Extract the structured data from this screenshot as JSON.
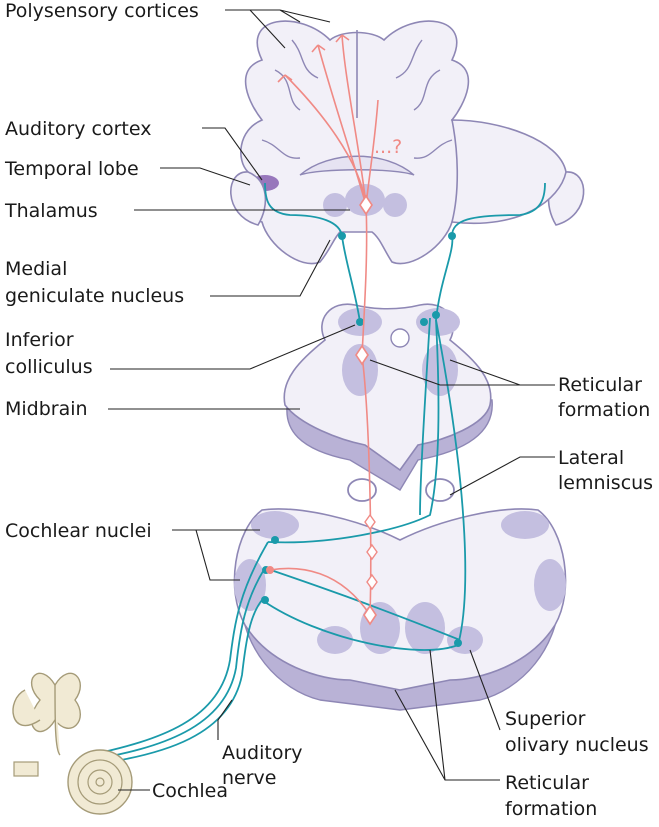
{
  "labels": {
    "polysensory_cortices": "Polysensory cortices",
    "auditory_cortex": "Auditory cortex",
    "temporal_lobe": "Temporal lobe",
    "thalamus": "Thalamus",
    "medial_geniculate_1": "Medial",
    "medial_geniculate_2": "geniculate nucleus",
    "inferior_colliculus_1": "Inferior",
    "inferior_colliculus_2": "colliculus",
    "midbrain": "Midbrain",
    "reticular_formation_top_1": "Reticular",
    "reticular_formation_top_2": "formation",
    "lateral_lemniscus_1": "Lateral",
    "lateral_lemniscus_2": "lemniscus",
    "cochlear_nuclei": "Cochlear nuclei",
    "superior_olivary_1": "Superior",
    "superior_olivary_2": "olivary nucleus",
    "reticular_formation_bottom_1": "Reticular",
    "reticular_formation_bottom_2": "formation",
    "auditory_nerve_1": "Auditory",
    "auditory_nerve_2": "nerve",
    "cochlea": "Cochlea",
    "question_mark": "...?"
  },
  "colors": {
    "auditory_pathway": "#1a9aaa",
    "reticular_pathway": "#f08a85",
    "tissue": "#f2f0f8",
    "nuclei": "#c4bfe0"
  }
}
